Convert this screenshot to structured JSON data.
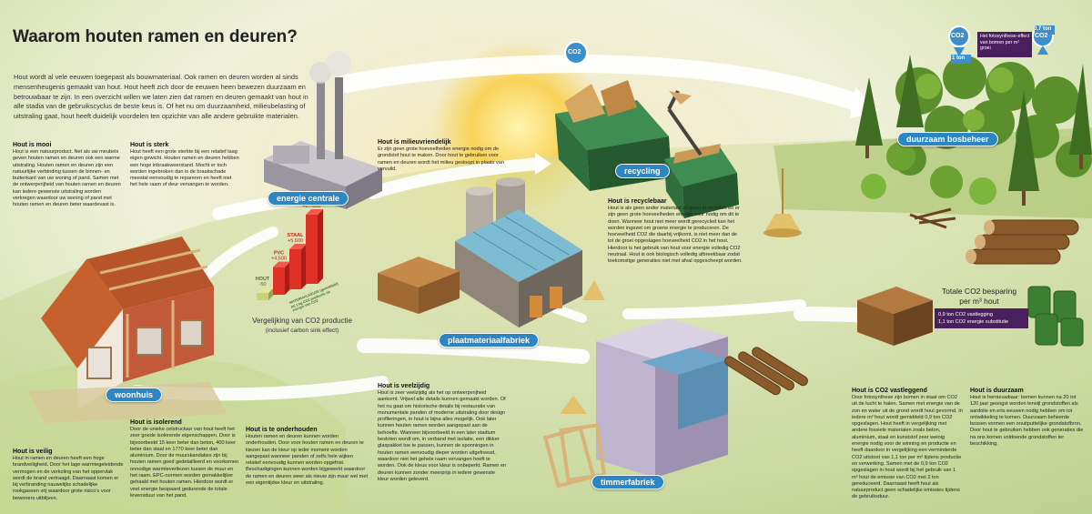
{
  "title": "Waarom houten ramen en deuren?",
  "intro": "Hout wordt al vele eeuwen toegepast als bouwmateriaal. Ook ramen en deuren worden al sinds mensenheugenis gemaakt van hout. Hout heeft zich door de eeuwen heen bewezen duurzaam en betrouwbaar te zijn. In een overzicht willen we laten zien dat ramen en deuren gemaakt van hout in alle stadia van de gebruikscyclus de beste keus is. Of het nu om duurzaamheid, milieubelasting of uitstraling gaat, hout heeft duidelijk voordelen ten opzichte van alle andere gebruikte materialen.",
  "stations": {
    "energie": "energie centrale",
    "recycling": "recycling",
    "bosbeheer": "duurzaam bosbeheer",
    "plaat": "plaatmateriaalfabriek",
    "woonhuis": "woonhuis",
    "timmer": "timmerfabriek"
  },
  "co2": {
    "label": "CO2",
    "fotosynthese": "Het fotosynthese-effect van bomen per m² groei",
    "val1": "1 ton",
    "val2": "0,7 ton",
    "besparing_title": "Totale CO2 besparing per m³ hout",
    "besparing_lines": [
      "0,9 ton CO2 vastlegging",
      "1,1 ton CO2 energie substitutie"
    ]
  },
  "vergelijking": {
    "caption": "Vergelijking van CO2 productie",
    "sub": "(inclusief carbon sink effect)",
    "note": "MATERIAALKEUZE (gemiddeld) bij 1 kg CO2 productie na energie van CO2",
    "bars": [
      {
        "name": "HOUT",
        "value": "-50",
        "level": 0.1,
        "color": "#c8d27a"
      },
      {
        "name": "PVC",
        "value": "+4.500",
        "level": 0.38,
        "color": "#e03127"
      },
      {
        "name": "STAAL",
        "value": "+5.600",
        "level": 0.55,
        "color": "#e03127"
      },
      {
        "name": "ALUMINIUM",
        "value": "+27.000",
        "level": 0.95,
        "color": "#e03127"
      }
    ]
  },
  "blocks": [
    {
      "id": "mooi",
      "heading": "Hout is mooi",
      "body": "Hout is een natuurproduct. Net als uw meubels geven houten ramen en deuren ook een warme uitstraling. Houten ramen en deuren zijn een natuurlijke verbinding tussen de binnen- en buitenkant van uw woning of pand. Samen met de ontwerpvrijheid van houten ramen en deuren kan iedere gewenste uitstraling worden verkregen waardoor uw woning of pand met houten ramen en deuren beter waardevast is."
    },
    {
      "id": "sterk",
      "heading": "Hout is sterk",
      "body": "Hout heeft een grote sterkte bij een relatief laag eigen gewicht. Houten ramen en deuren hebben een hoge inbraakweerstand. Mocht er toch worden ingebroken dan is de braakschade meestal eenvoudig te repareren en heeft niet het hele raam of deur vervangen te worden."
    },
    {
      "id": "milieu",
      "heading": "Hout is milieuvriendelijk",
      "body": "Er zijn geen grote hoeveelheden energie nodig om de grondstof hout te maken. Door hout te gebruiken voor ramen en deuren wordt het milieu gesloopt in plaats van vervuild."
    },
    {
      "id": "recyclebaar",
      "heading": "Hout is recyclebaar",
      "body": "Hout is als geen ander materiaal zo goed te recyclen en er zijn geen grote hoeveelheden energie voor nodig om dit te doen. Wanneer hout niet meer wordt gerecycled kan het worden ingezet om groene energie te produceren. De hoeveelheid CO2 die daarbij vrijkomt, is niet meer dan de tot de groei opgeslagen hoeveelheid CO2 in het hout. Hierdoor is het gebruik van hout voor energie volledig CO2 neutraal. Hout is ook biologisch volledig afbreekbaar zodat toekomstige generaties niet met afval opgescheept worden."
    },
    {
      "id": "veelzijdig",
      "heading": "Hout is veelzijdig",
      "body": "Hout is zeer veelzijdig als het op ontwerpvrijheid aankomt. Vrijwel alle details kunnen gemaakt worden. Of het nu gaat om historische details bij restauratie van monumentale panden of moderne uitstraling door design profileringen, in hout is bijna alles mogelijk. Ook later kunnen houten ramen worden aangepast aan de behoefte. Wanneer bijvoorbeeld in een later stadium besloten wordt om, in verband met isolatie, een dikker glaspakket toe te passen, kunnen de sponningen in houten ramen eenvoudig dieper worden uitgefreesd, waardoor niet het gehele raam vervangen hoeft te worden. Ook de kleus voor kleur is onbeperkt. Ramen en deuren kunnen zonder meerprijs in iedere gewenste kleur worden geleverd."
    },
    {
      "id": "onderhouden",
      "heading": "Hout is te onderhouden",
      "body": "Houten ramen en deuren kunnen worden onderhouden. Door voor houten ramen en deuren te kiezen kan de kleur op ieder moment worden aangepast wanneer panden of zelfs hele wijken relatief eenvoudig kunnen worden opgefrist. Beschadigingen kunnen worden bijgewerkt waardoor de ramen en deuren weer als nieuw zijn maar wel met een eigentijdse kleur en uitstraling."
    },
    {
      "id": "isolerend",
      "heading": "Hout is isolerend",
      "body": "Door de unieke celstructuur van hout heeft het zeer goede isolerende eigenschappen. Door is bijvoorbeeld 15 keer beter dan beton, 400 keer beter dan staal en 1770 keer beter dan aluminium. Door de muurskandaties zijn bij houten ramen goed gedetailleerd en voorkomen onnodige warmteverliezen tussen de muur en het raam. EPC-normen worden gemakkelijker gehaald met houten ramen. Hierdoor wordt er veel energie bespaard gedurende de totale levensduur van het pand."
    },
    {
      "id": "veilig",
      "heading": "Hout is veilig",
      "body": "Hout in ramen en deuren heeft een hoge brandveiligheid. Door het lage warmtegeleidende vermogen en de verkoling van het oppervlak wordt de brand vertraagd. Daarnaast komen er bij verbranding nauwelijks schadelijke rookgassen vrij waardoor grote risico's voor bewoners uitblijven."
    },
    {
      "id": "vastgelegd",
      "heading": "Hout is CO2 vastleggend",
      "body": "Door fotosynthese zijn bomen in staat om CO2 uit de lucht te halen. Samen met energie van de zon en water uit de grond wordt hout gevormd. In iedere m³ hout wordt gemiddeld 0,9 ton CO2 opgeslagen. Hout heeft in vergelijking met andere fossiele materialen zoals beton, aluminium, staal en kunststof zeer weinig energie nodig voor de winning en productie en heeft daardoor in vergelijking een verminderde CO2 uitstoot van 1,1 ton per m³ tijdens productie en verwerking. Samen met de 0,9 ton CO2 opgeslagen in hout wordt bij het gebruik van 1 m³ hout de emissie van CO2 met 2 ton gereduceerd. Daarnaast heeft hout als natuurproduct geen schadelijke emissies tijdens de gebruiksduur."
    },
    {
      "id": "duurzaam",
      "heading": "Hout is duurzaam",
      "body": "Hout is hernieuwbaar: bomen kunnen na 20 tot 120 jaar geoogst worden terwijl grondstoffen als aardolie en erts eeuwen nodig hebben om tot ontwikkeling te komen. Duurzaam beheerde bossen vormen een onuitputtelijke grondstofbron. Door hout te gebruiken hebben ook generaties die na ons komen voldoende grondstoffen ter beschikking."
    }
  ]
}
